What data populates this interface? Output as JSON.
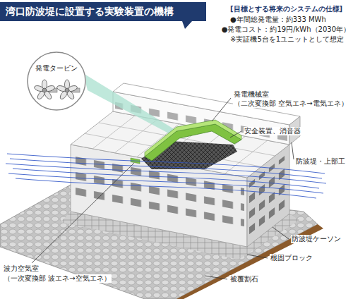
{
  "diagram": {
    "title": "湾口防波堤に設置する実験装置の機構",
    "nodes": [
      {
        "text": [
          "発電タービン"
        ]
      }
    ],
    "labels": [
      "[目標とする将来のシステムの仕様]",
      "●年間総発電量：約333 MWh",
      "●発電コスト：約19円/kWh（2030年）",
      "※実証機5台を1ユニットとして想定",
      "発電機械室",
      "（二次変換部 空気エネ→電気エネ）",
      "安全装置、消音器",
      "防波堤・上部工",
      "防波堤ケーソン",
      "根固ブロック",
      "被覆割石",
      "波力空気室",
      "（一次変換部 波エネ→空気エネ）"
    ]
  }
}
